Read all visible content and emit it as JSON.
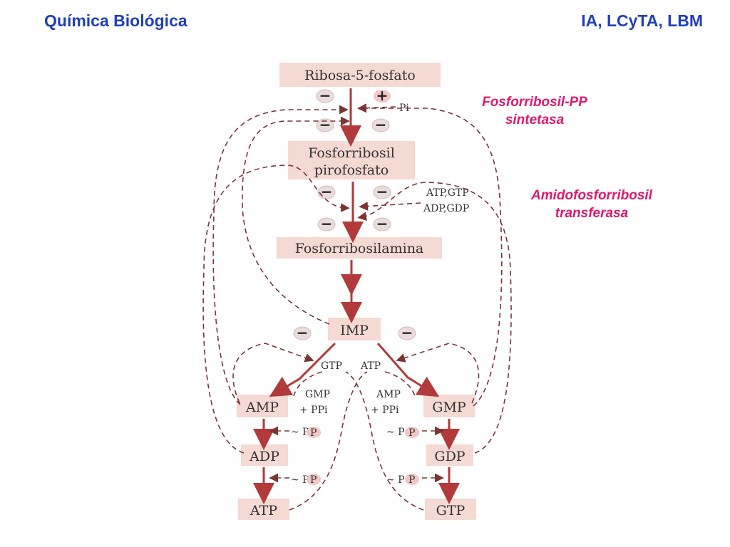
{
  "header": {
    "title_left": "Química Biológica",
    "title_right": "IA, LCyTA, LBM"
  },
  "enzymes": {
    "prpp_synthetase": [
      "Fosforribosil-PP",
      "sintetasa"
    ],
    "amidotransferase": [
      "Amidofosforribosil",
      "transferasa"
    ]
  },
  "pathway": {
    "ribose5p": "Ribosa-5-fosfato",
    "prpp": [
      "Fosforribosil",
      "pirofosfato"
    ],
    "prpp_label_sub_pi": "Pi",
    "effectors_1": "ATP,GTP",
    "effectors_2": "ADP,GDP",
    "pra": "Fosforribosilamina",
    "imp": "IMP",
    "gtp_in": "GTP",
    "atp_in": "ATP",
    "amp": "AMP",
    "gmp": "GMP",
    "amp_products": [
      "GMP",
      "+ PPi"
    ],
    "gmp_products": [
      "AMP",
      "+ PPi"
    ],
    "adp": "ADP",
    "gdp": "GDP",
    "atp": "ATP",
    "gtp": "GTP",
    "phosphate": "~ P",
    "p": "P",
    "minus": "−",
    "plus": "+"
  },
  "colors": {
    "header": "#1f3fbf",
    "enzyme": "#e0186c",
    "arrow": "#b23a3a",
    "box": "#f5d9d3"
  }
}
